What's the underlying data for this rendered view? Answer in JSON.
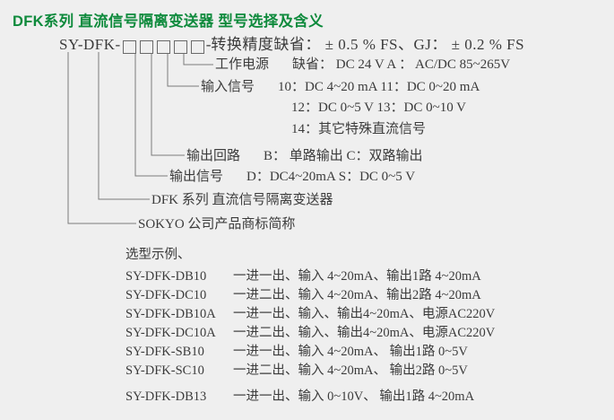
{
  "page": {
    "title": "DFK系列 直流信号隔离变送器 型号选择及含义",
    "title_color": "#0e8a3c",
    "background": "#efefef",
    "ink": "#3b3b3b"
  },
  "model": {
    "prefix": "SY-DFK-",
    "box_count": 5,
    "suffix_dash": "-"
  },
  "callouts": [
    {
      "key": "accuracy",
      "label": "转换精度",
      "options": "缺省：  ± 0.5 % FS、GJ：   ± 0.2 % FS"
    },
    {
      "key": "power",
      "label": "工作电源",
      "options": "缺省：  DC 24 V   A ：  AC/DC 85~265V"
    },
    {
      "key": "input_signal",
      "label": "输入信号",
      "options": "10：DC 4~20 mA    11：DC 0~20 mA"
    },
    {
      "key": "input_signal_2",
      "label": "",
      "options": "12：DC 0~5 V       13：DC 0~10 V"
    },
    {
      "key": "input_signal_3",
      "label": "",
      "options": "14：其它特殊直流信号"
    },
    {
      "key": "output_loop",
      "label": "输出回路",
      "options": "B： 单路输出           C：双路输出"
    },
    {
      "key": "output_signal",
      "label": "输出信号",
      "options": "D：DC4~20mA      S：DC 0~5 V"
    },
    {
      "key": "series",
      "label": "DFK 系列 直流信号隔离变送器",
      "options": ""
    },
    {
      "key": "brand",
      "label": "SOKYO 公司产品商标简称",
      "options": ""
    }
  ],
  "examples": {
    "heading": "选型示例、",
    "rows": [
      {
        "code": "SY-DFK-DB10",
        "text": "一进一出、输入 4~20mA、输出1路 4~20mA"
      },
      {
        "code": "SY-DFK-DC10",
        "text": "一进二出、输入 4~20mA、输出2路 4~20mA"
      },
      {
        "code": "SY-DFK-DB10A",
        "text": "一进一出、输入、输出4~20mA、电源AC220V"
      },
      {
        "code": "SY-DFK-DC10A",
        "text": "一进二出、输入、输出4~20mA、电源AC220V"
      },
      {
        "code": "SY-DFK-SB10",
        "text": "一进一出、输入 4~20mA、 输出1路 0~5V"
      },
      {
        "code": "SY-DFK-SC10",
        "text": "一进二出、输入 4~20mA、 输出2路 0~5V"
      },
      {
        "code": "SY-DFK-DB13",
        "text": "一进一出、输入 0~10V、  输出1路 4~20mA"
      }
    ]
  }
}
